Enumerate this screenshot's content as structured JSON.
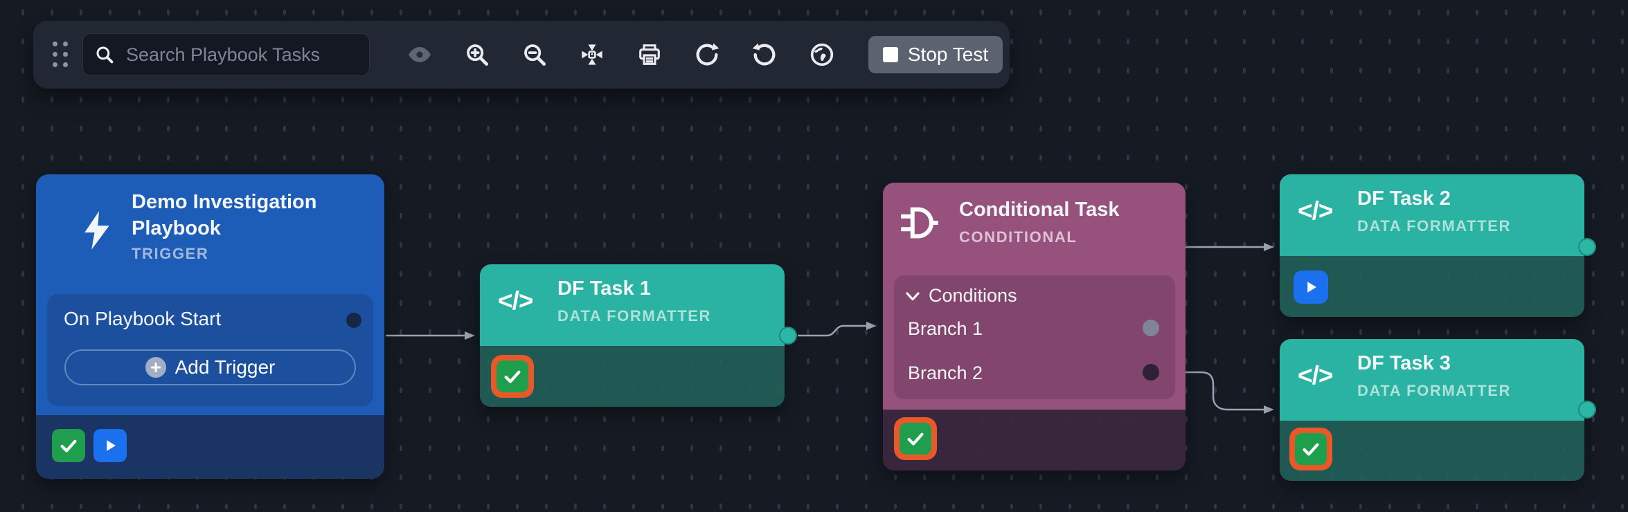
{
  "toolbar": {
    "search": {
      "placeholder": "Search Playbook Tasks"
    },
    "icons": [
      {
        "name": "preview-eye"
      },
      {
        "name": "zoom-in"
      },
      {
        "name": "zoom-out"
      },
      {
        "name": "fit-to-screen"
      },
      {
        "name": "print"
      },
      {
        "name": "redo"
      },
      {
        "name": "undo"
      },
      {
        "name": "globe"
      }
    ],
    "stop_button": {
      "label": "Stop Test"
    }
  },
  "nodes": {
    "trigger": {
      "title": "Demo Investigation Playbook",
      "type_label": "TRIGGER",
      "row_label": "On Playbook Start",
      "add_button_label": "Add Trigger",
      "statuses": [
        "success",
        "run"
      ]
    },
    "df_task_1": {
      "title": "DF Task 1",
      "type_label": "DATA FORMATTER",
      "status": "success-highlighted"
    },
    "conditional": {
      "title": "Conditional Task",
      "type_label": "CONDITIONAL",
      "conditions_label": "Conditions",
      "branches": [
        {
          "label": "Branch 1"
        },
        {
          "label": "Branch 2"
        }
      ],
      "status": "success-highlighted"
    },
    "df_task_2": {
      "title": "DF Task 2",
      "type_label": "DATA FORMATTER",
      "status": "run"
    },
    "df_task_3": {
      "title": "DF Task 3",
      "type_label": "DATA FORMATTER",
      "status": "success-highlighted"
    }
  },
  "colors": {
    "background": "#161a23",
    "toolbar_bg": "#212733",
    "trigger_blue": "#1d5cb7",
    "task_teal": "#2ab2a3",
    "conditional_purple": "#96517d",
    "success_green": "#1f9e4d",
    "run_blue": "#1b70ed",
    "highlight_orange": "#e8592a",
    "connector_gray": "#9aa3b2"
  }
}
